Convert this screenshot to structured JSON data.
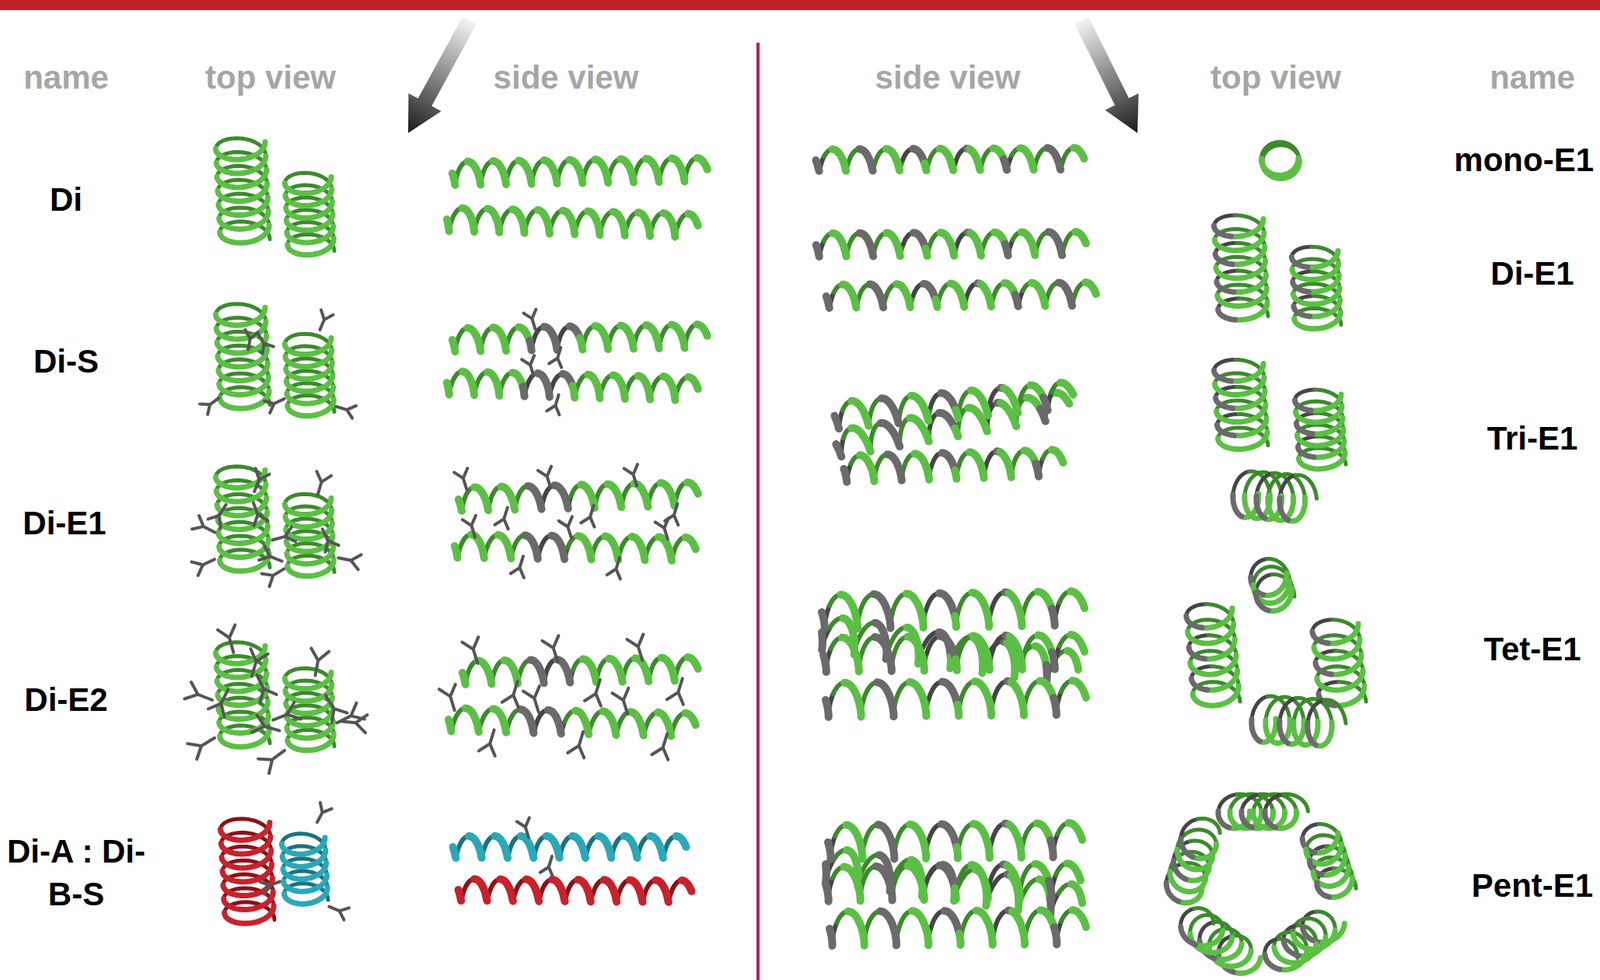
{
  "diagram": {
    "labels": [
      "name",
      "top view",
      "side view",
      "side view",
      "top view",
      "name",
      "Di",
      "Di-S",
      "Di-E1",
      "Di-E2",
      "Di-A : Di-B-S",
      "mono-E1",
      "Di-E1",
      "Tri-E1",
      "Tet-E1",
      "Pent-E1"
    ]
  }
}
